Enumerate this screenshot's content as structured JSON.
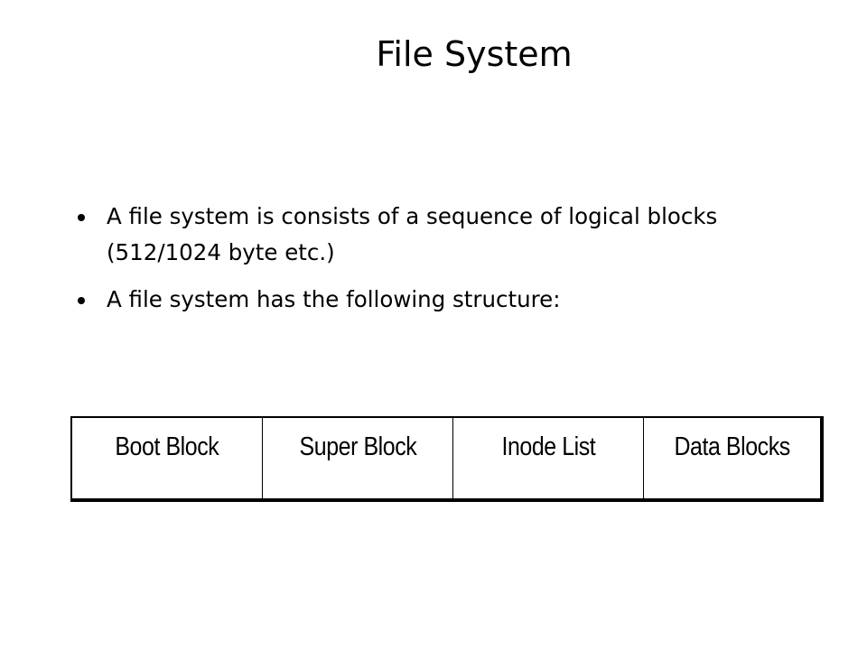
{
  "slide": {
    "title": "File System",
    "bullets": [
      "A file system is consists of a sequence of logical blocks (512/1024 byte etc.)",
      "A file system has the following structure:"
    ],
    "structure": [
      "Boot Block",
      "Super Block",
      "Inode List",
      "Data Blocks"
    ]
  }
}
